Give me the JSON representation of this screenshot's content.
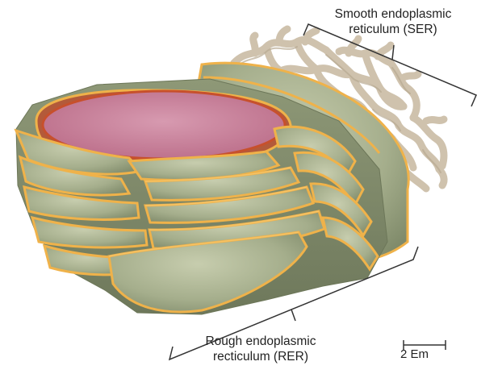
{
  "labels": {
    "ser": {
      "line1": "Smooth endoplasmic",
      "line2": "reticulum (SER)"
    },
    "rer": {
      "line1": "Rough endoplasmic",
      "line2": "recticulum (RER)"
    },
    "scale": "2 Em"
  },
  "colors": {
    "cisterna_fill": "#a9b28f",
    "cisterna_shadow": "#7f8a6b",
    "membrane_edge": "#f0b34a",
    "nucleus_fill": "#c97a95",
    "nucleus_rim": "#c7502c",
    "ser_tubule": "#d9cdb9",
    "line": "#333333"
  }
}
